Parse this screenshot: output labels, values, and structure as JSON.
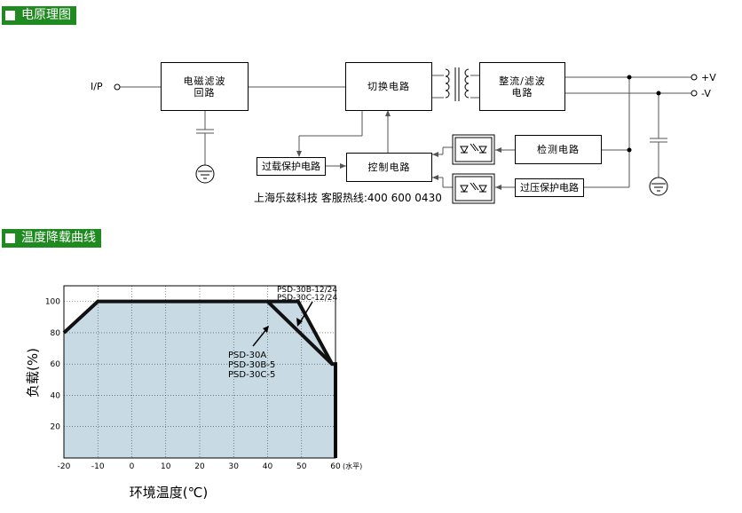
{
  "sections": {
    "principle_title": "电原理图",
    "derating_title": "温度降载曲线"
  },
  "circuit": {
    "input_label": "I/P",
    "emi_filter": "电磁滤波\n回路",
    "switching": "切换电路",
    "rectifier": "整流/滤波\n电路",
    "overload": "过载保护电路",
    "control": "控制电路",
    "detection": "检测电路",
    "overvoltage": "过压保护电路",
    "out_plus": "+V",
    "out_minus": "-V",
    "contact": "上海乐兹科技 客服热线:400 600 0430"
  },
  "chart_data": {
    "type": "area",
    "xlabel": "环境温度(℃)",
    "ylabel": "负载(%)",
    "x_unit_note": "(水平)",
    "xlim": [
      -20,
      60
    ],
    "ylim": [
      0,
      110
    ],
    "x_ticks": [
      "-20",
      "-10",
      "0",
      "10",
      "20",
      "30",
      "40",
      "50",
      "60"
    ],
    "y_ticks": [
      "20",
      "40",
      "60",
      "80",
      "100"
    ],
    "series": [
      {
        "name": "PSD-30B-12/24\nPSD-30C-12/24",
        "x": [
          -20,
          -10,
          49,
          59,
          60,
          60
        ],
        "y": [
          80,
          100,
          100,
          60,
          60,
          0
        ]
      },
      {
        "name": "PSD-30A\nPSD-30B-5\nPSD-30C-5",
        "x": [
          40,
          59
        ],
        "y": [
          100,
          60
        ]
      }
    ],
    "annotation_upper": [
      "PSD-30B-12/24",
      "PSD-30C-12/24"
    ],
    "annotation_lower": [
      "PSD-30A",
      "PSD-30B-5",
      "PSD-30C-5"
    ],
    "fill_color": "#c8dbe4",
    "grid": true
  }
}
